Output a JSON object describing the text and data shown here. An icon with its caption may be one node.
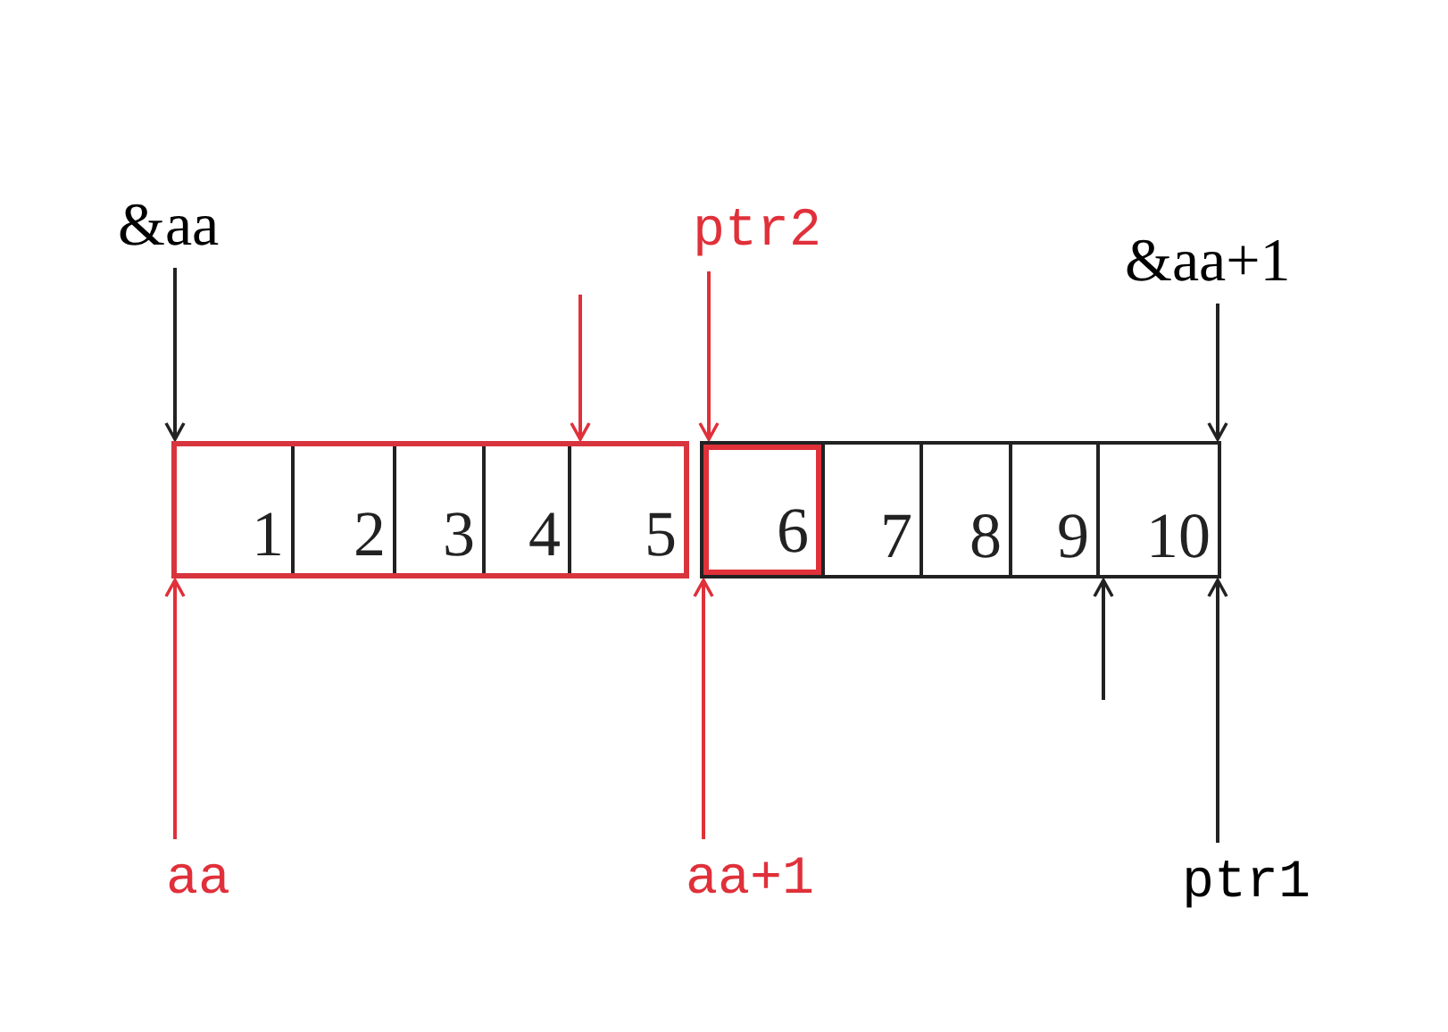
{
  "diagram": {
    "nodes": [
      {
        "text": [
          "&aa"
        ]
      },
      {
        "text": [
          "ptr2"
        ]
      },
      {
        "text": [
          "&aa+1"
        ]
      },
      {
        "text": [],
        "shape": "box"
      },
      {
        "text": [
          "1"
        ],
        "in": 3
      },
      {
        "text": [
          "2"
        ],
        "in": 3
      },
      {
        "text": [
          "3"
        ],
        "in": 3
      },
      {
        "text": [
          "4"
        ],
        "in": 3
      },
      {
        "text": [
          "5"
        ],
        "in": 3
      },
      {
        "text": [],
        "shape": "box"
      },
      {
        "text": [
          "6"
        ],
        "in": 9
      },
      {
        "text": [
          "7"
        ],
        "in": 9
      },
      {
        "text": [
          "8"
        ],
        "in": 9
      },
      {
        "text": [
          "9"
        ],
        "in": 9
      },
      {
        "text": [
          "10"
        ],
        "in": 9
      },
      {
        "text": [
          "aa"
        ]
      },
      {
        "text": [
          "aa+1"
        ]
      },
      {
        "text": [
          "ptr1"
        ]
      }
    ],
    "edges": [
      {
        "from": 0,
        "to": 3,
        "arrow": "to"
      },
      {
        "from": null,
        "to": 8,
        "arrow": "to",
        "color": "#e0303a"
      },
      {
        "from": 1,
        "to": 10,
        "arrow": "to",
        "color": "#e0303a"
      },
      {
        "from": 2,
        "to": 9,
        "arrow": "to"
      },
      {
        "from": 15,
        "to": 3,
        "arrow": "to",
        "color": "#e0303a"
      },
      {
        "from": 16,
        "to": 9,
        "arrow": "to",
        "color": "#e0303a"
      },
      {
        "from": null,
        "to": 14,
        "arrow": "to"
      },
      {
        "from": 17,
        "to": 9,
        "arrow": "to"
      }
    ]
  }
}
